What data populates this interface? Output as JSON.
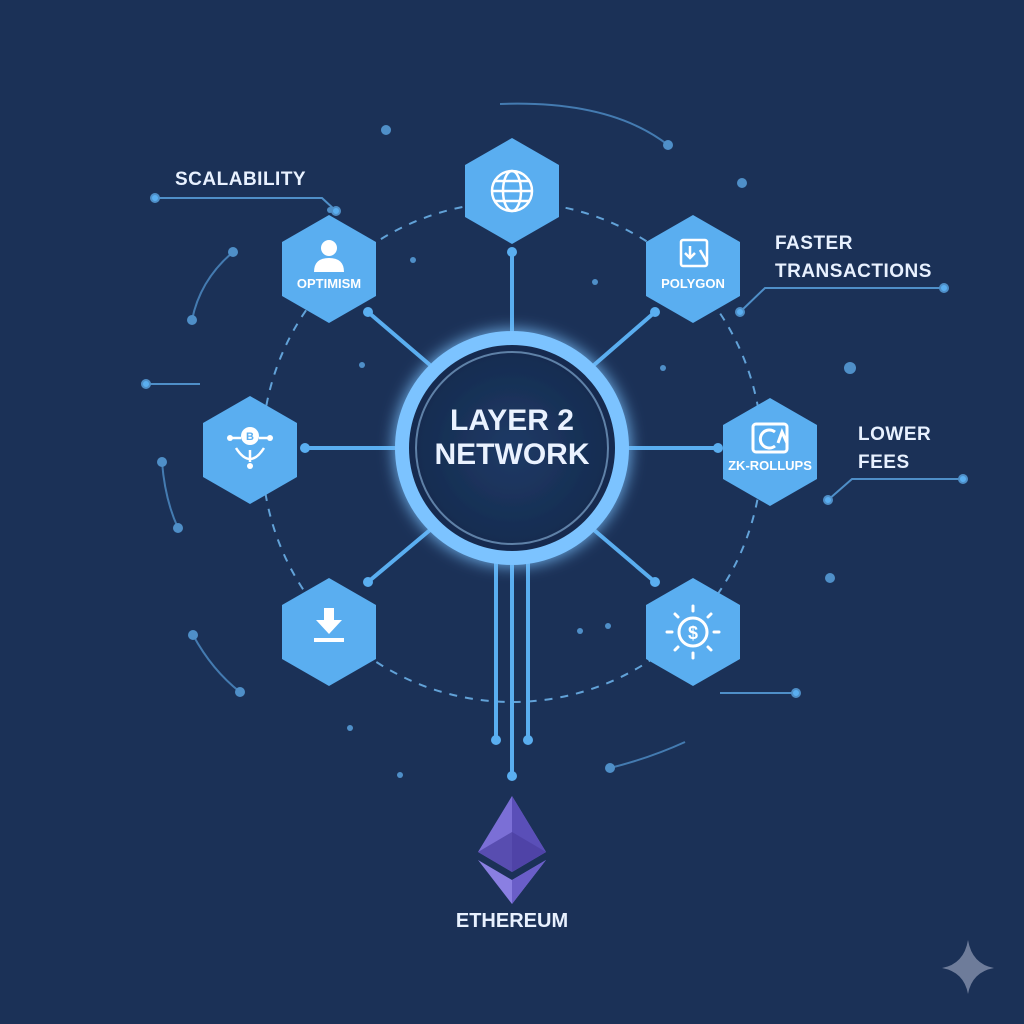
{
  "center": {
    "title_line1": "LAYER 2",
    "title_line2": "NETWORK"
  },
  "nodes": [
    {
      "id": "top",
      "label": "",
      "icon": "globe-icon"
    },
    {
      "id": "upper-right",
      "label": "POLYGON",
      "icon": "document-arrow-icon"
    },
    {
      "id": "right",
      "label": "ZK-ROLLUPS",
      "icon": "arrow-refresh-icon"
    },
    {
      "id": "lower-right",
      "label": "",
      "icon": "dollar-coin-icon"
    },
    {
      "id": "lower-left",
      "label": "",
      "icon": "download-icon"
    },
    {
      "id": "left",
      "label": "",
      "icon": "bitcoin-network-icon"
    },
    {
      "id": "upper-left",
      "label": "OPTIMISM",
      "icon": "user-icon"
    }
  ],
  "annotations": {
    "scalability": "SCALABILITY",
    "faster_line1": "FASTER",
    "faster_line2": "TRANSACTIONS",
    "fees_line1": "LOWER",
    "fees_line2": "FEES"
  },
  "base": {
    "label": "ETHEREUM",
    "icon": "ethereum-logo"
  },
  "colors": {
    "background": "#1b3157",
    "accent": "#5aaef0",
    "node_fill": "#5aaef0",
    "glow": "#7cc3ff",
    "ethereum_purple": "#7b6fd6"
  }
}
